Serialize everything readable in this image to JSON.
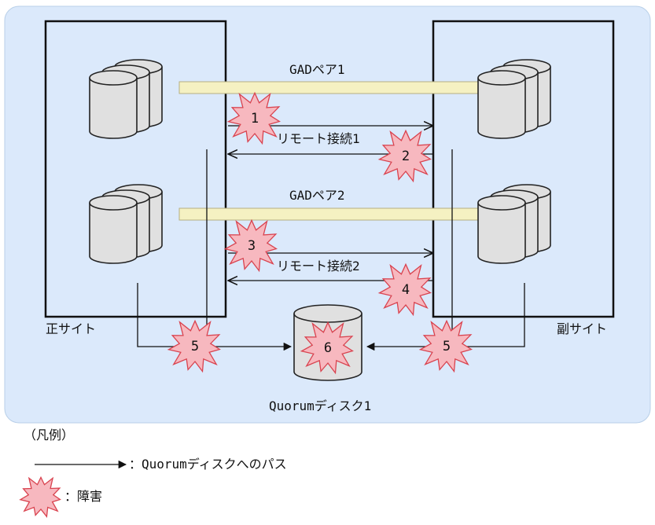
{
  "sites": {
    "primary": "正サイト",
    "secondary": "副サイト"
  },
  "pairs": [
    {
      "label": "GADペア1"
    },
    {
      "label": "GADペア2"
    }
  ],
  "remote_connections": [
    {
      "label": "リモート接続1"
    },
    {
      "label": "リモート接続2"
    }
  ],
  "quorum": {
    "label": "Quorumディスク1"
  },
  "failures": [
    "1",
    "2",
    "3",
    "4",
    "5",
    "5",
    "6"
  ],
  "legend": {
    "title": "（凡例）",
    "path_text": "：Quorumディスクへのパス",
    "failure_text": "：障害"
  },
  "colors": {
    "background": "#dbe9fb",
    "pair_bar": "#f5f1c2",
    "burst_fill": "#f7b8bf",
    "burst_stroke": "#d9434f",
    "disk_fill": "#e0e0e0"
  }
}
